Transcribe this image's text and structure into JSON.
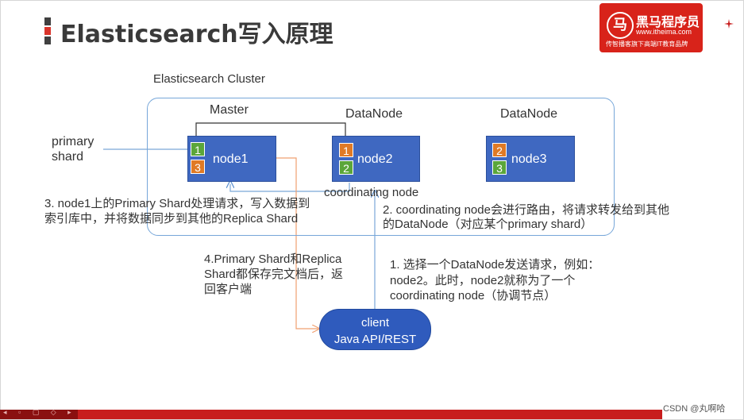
{
  "title": "Elasticsearch写入原理",
  "logo": {
    "brand": "黑马程序员",
    "url": "www.itheima.com",
    "slogan": "传智播客旗下高端IT教育品牌",
    "mark": "马"
  },
  "cluster": {
    "label": "Elasticsearch Cluster",
    "nodes": [
      {
        "role": "Master",
        "name": "node1",
        "shards": [
          {
            "id": "1",
            "kind": "primary",
            "color": "#5ba63a"
          },
          {
            "id": "3",
            "kind": "replica",
            "color": "#e07a25"
          }
        ]
      },
      {
        "role": "DataNode",
        "name": "node2",
        "shards": [
          {
            "id": "1",
            "kind": "replica",
            "color": "#e07a25"
          },
          {
            "id": "2",
            "kind": "primary",
            "color": "#5ba63a"
          }
        ]
      },
      {
        "role": "DataNode",
        "name": "node3",
        "shards": [
          {
            "id": "2",
            "kind": "replica",
            "color": "#e07a25"
          },
          {
            "id": "3",
            "kind": "primary",
            "color": "#5ba63a"
          }
        ]
      }
    ]
  },
  "labels": {
    "primary_shard": [
      "primary",
      "shard"
    ],
    "coordinating_node": "coordinating node"
  },
  "steps": {
    "step3": [
      "3. node1上的Primary Shard处理请求，写入数据到",
      "索引库中，并将数据同步到其他的Replica Shard"
    ],
    "step2": [
      "2. coordinating node会进行路由，将请求转发给到其他",
      "的DataNode（对应某个primary shard）"
    ],
    "step4": [
      "4.Primary Shard和Replica",
      "Shard都保存完文档后，返",
      "回客户端"
    ],
    "step1": [
      "1. 选择一个DataNode发送请求，例如：",
      "node2。此时，node2就称为了一个",
      "coordinating node（协调节点）"
    ]
  },
  "client": {
    "line1": "client",
    "line2": "Java API/REST"
  },
  "watermark": "CSDN @丸啊哈",
  "colors": {
    "accent_red": "#c81e1e",
    "node_blue": "#3f68c1",
    "cluster_border": "#76a6d9",
    "arrow_orange": "#f0a070",
    "arrow_blue": "#7aa7d8"
  }
}
